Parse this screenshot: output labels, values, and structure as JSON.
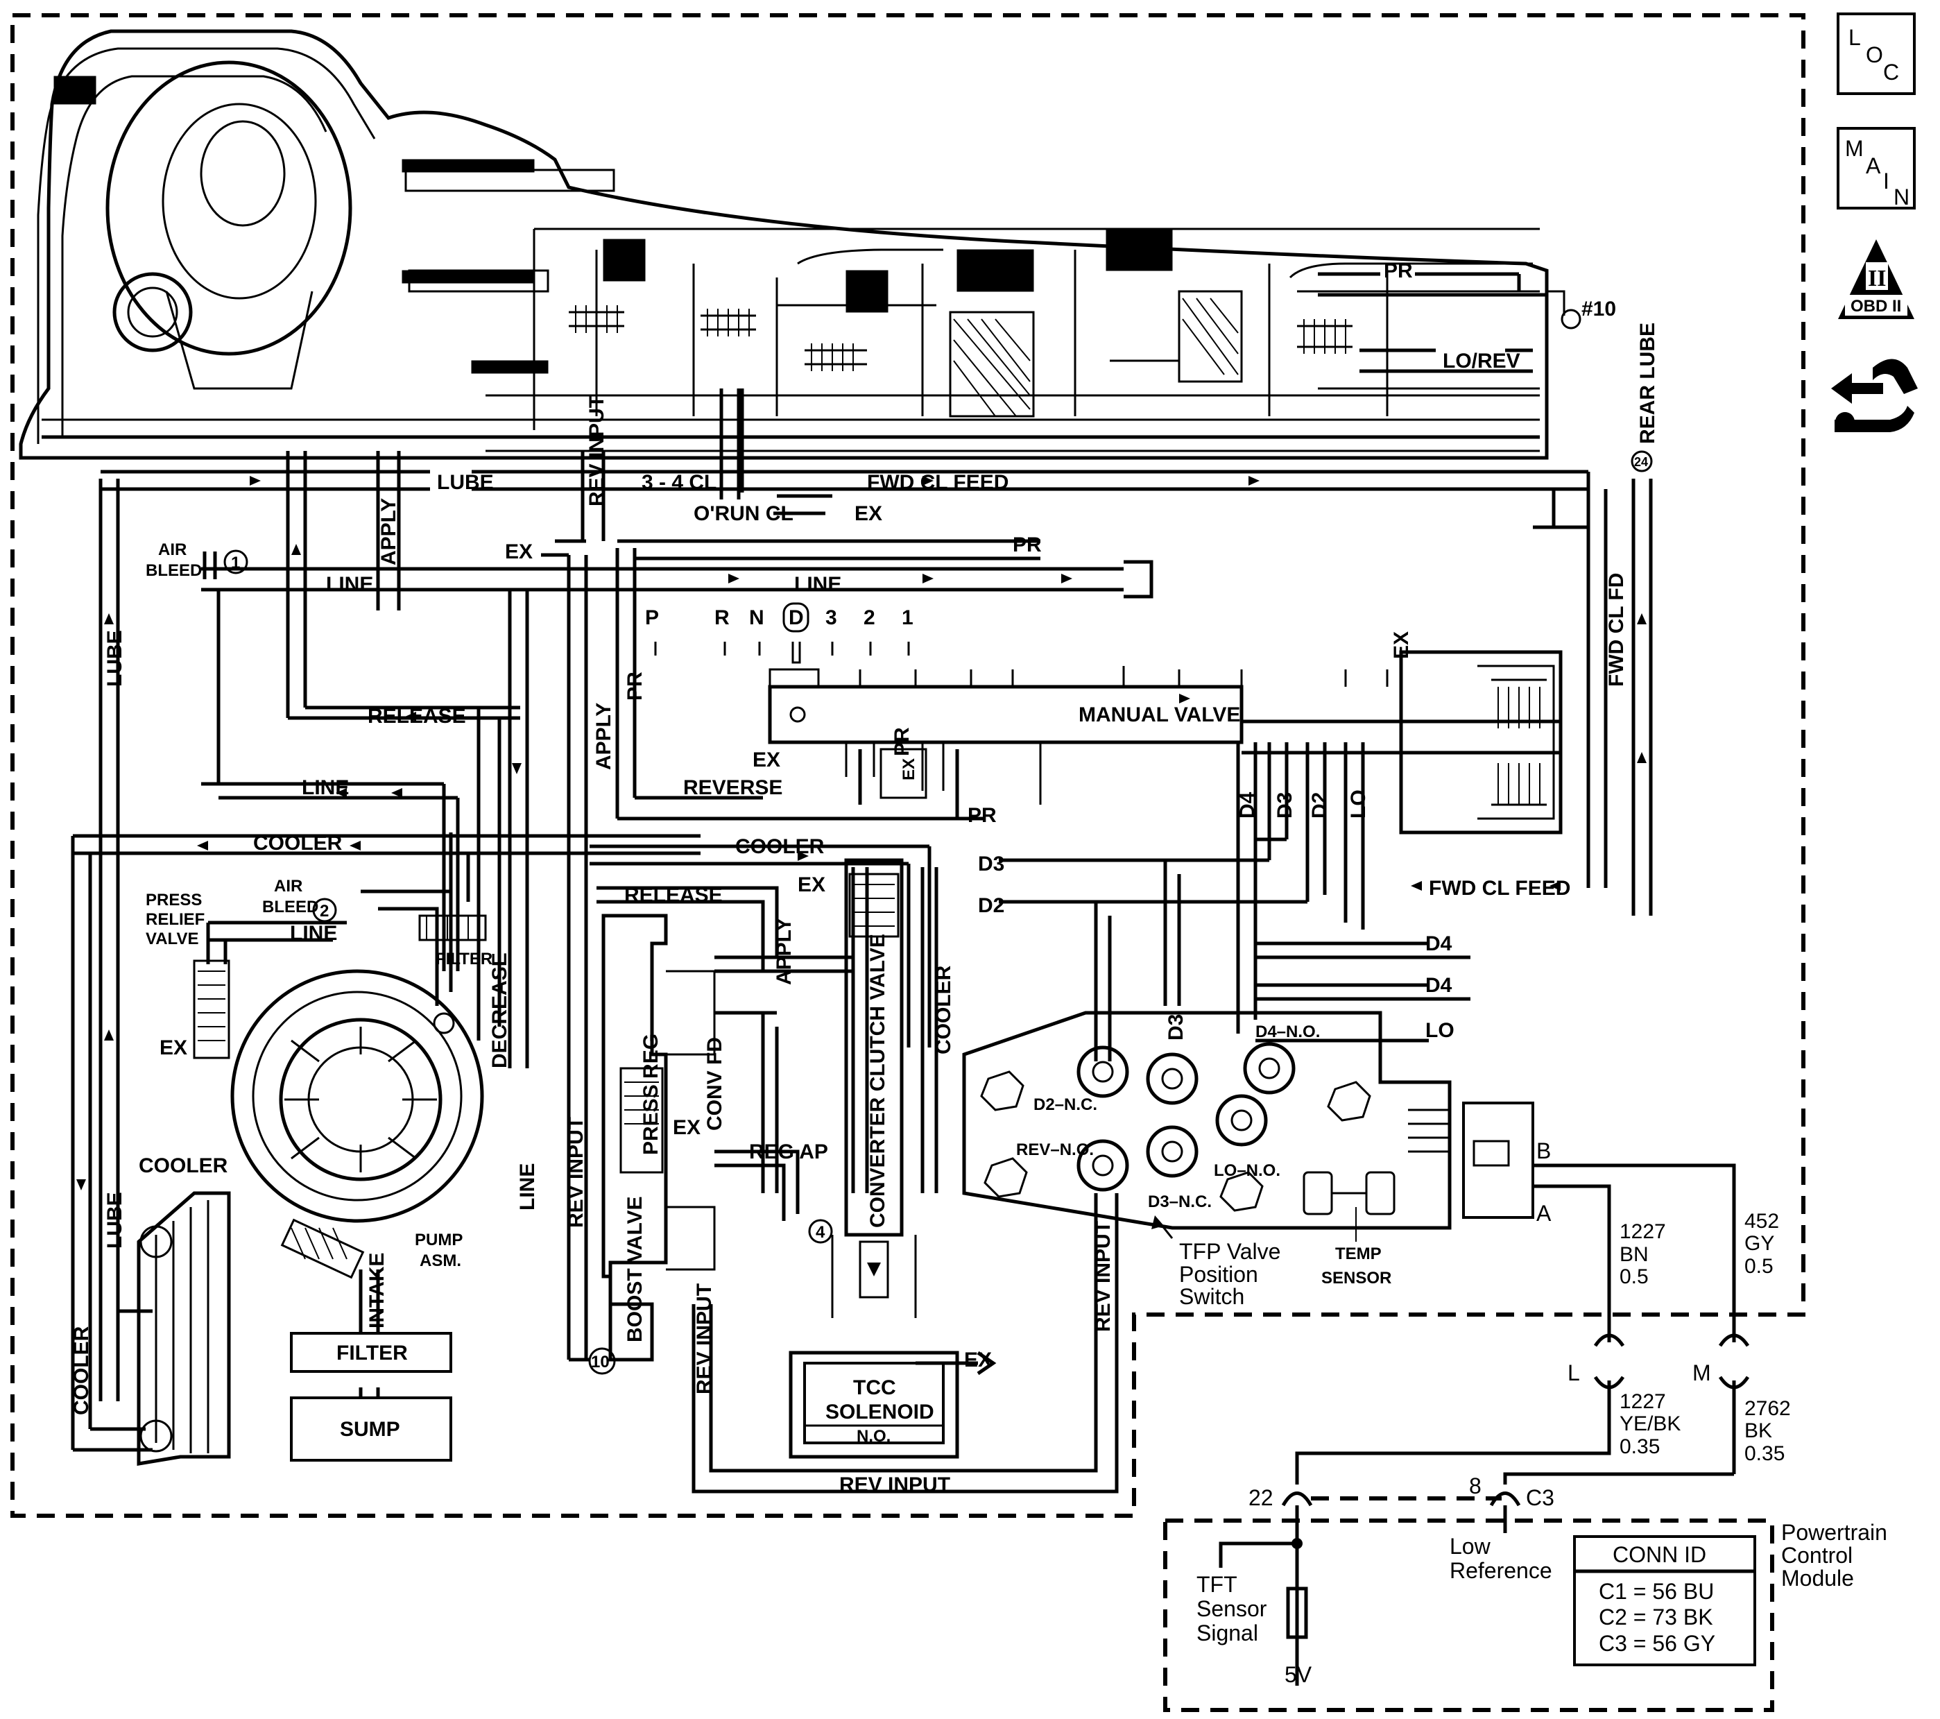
{
  "nav_icons": {
    "loc": {
      "letters": [
        "L",
        "O",
        "C"
      ],
      "icon": "loc-icon"
    },
    "main": {
      "letters": [
        "M",
        "A",
        "I",
        "N"
      ],
      "icon": "main-icon"
    },
    "obd": {
      "numeral": "II",
      "label": "OBD II",
      "icon": "obd-ii-icon"
    },
    "tools": {
      "icon": "tools-icon"
    }
  },
  "passages": {
    "lube": "LUBE",
    "apply": "APPLY",
    "release": "RELEASE",
    "line": "LINE",
    "cooler": "COOLER",
    "pr": "PR",
    "rev_input": "REV INPUT",
    "three_four_cl": "3 - 4 CL",
    "orun_cl": "O'RUN CL",
    "fwd_cl_feed": "FWD CL FEED",
    "fwd_cl_fd": "FWD CL FD",
    "rear_lube": "REAR LUBE",
    "lo_rev": "LO/REV",
    "ex": "EX",
    "reverse": "REVERSE",
    "decrease": "DECREASE",
    "conv_fd": "CONV FD",
    "reg_ap": "REG AP",
    "intake": "INTAKE",
    "d4": "D4",
    "d3": "D3",
    "d2": "D2",
    "lo": "LO",
    "check_ball_10": "#10"
  },
  "components": {
    "air_bleed": "AIR\nBLEED",
    "press_relief_valve": [
      "PRESS",
      "RELIEF",
      "VALVE"
    ],
    "filter_small": "FILTER",
    "filter": "FILTER",
    "sump": "SUMP",
    "cooler": "COOLER",
    "pump_asm": [
      "PUMP",
      "ASM."
    ],
    "press_reg": "PRESS REG",
    "boost_valve": "BOOST VALVE",
    "converter_clutch_valve": "CONVERTER CLUTCH VALVE",
    "tcc_solenoid": [
      "TCC",
      "SOLENOID"
    ],
    "tcc_state": "N.O.",
    "manual_valve": "MANUAL VALVE",
    "temp_sensor": [
      "TEMP",
      "SENSOR"
    ],
    "tfp_switch": [
      "TFP Valve",
      "Position",
      "Switch"
    ]
  },
  "gear_selector": [
    "P",
    "R",
    "N",
    "D",
    "3",
    "2",
    "1"
  ],
  "tfp_ports": {
    "d2_nc": "D2–N.C.",
    "rev_no": "REV–N.O.",
    "d3_nc": "D3–N.C.",
    "lo_no": "LO–N.O.",
    "d4_no": "D4–N.O."
  },
  "callouts": [
    "1",
    "2",
    "4",
    "10",
    "24"
  ],
  "wiring": {
    "terminal_b": "B",
    "terminal_a": "A",
    "wire_1227_bn": [
      "1227",
      "BN",
      "0.5"
    ],
    "wire_452_gy": [
      "452",
      "GY",
      "0.5"
    ],
    "wire_1227_yebk": [
      "1227",
      "YE/BK",
      "0.35"
    ],
    "wire_2762_bk": [
      "2762",
      "BK",
      "0.35"
    ],
    "connector_l": "L",
    "connector_m": "M",
    "pin_22": "22",
    "pin_8": "8",
    "c3": "C3",
    "low_reference": [
      "Low",
      "Reference"
    ],
    "tft_signal": [
      "TFT",
      "Sensor",
      "Signal"
    ],
    "five_v": "5V",
    "pcm": [
      "Powertrain",
      "Control",
      "Module"
    ],
    "conn_id_title": "CONN ID",
    "conn_ids": [
      "C1 = 56 BU",
      "C2 = 73 BK",
      "C3 = 56 GY"
    ]
  }
}
